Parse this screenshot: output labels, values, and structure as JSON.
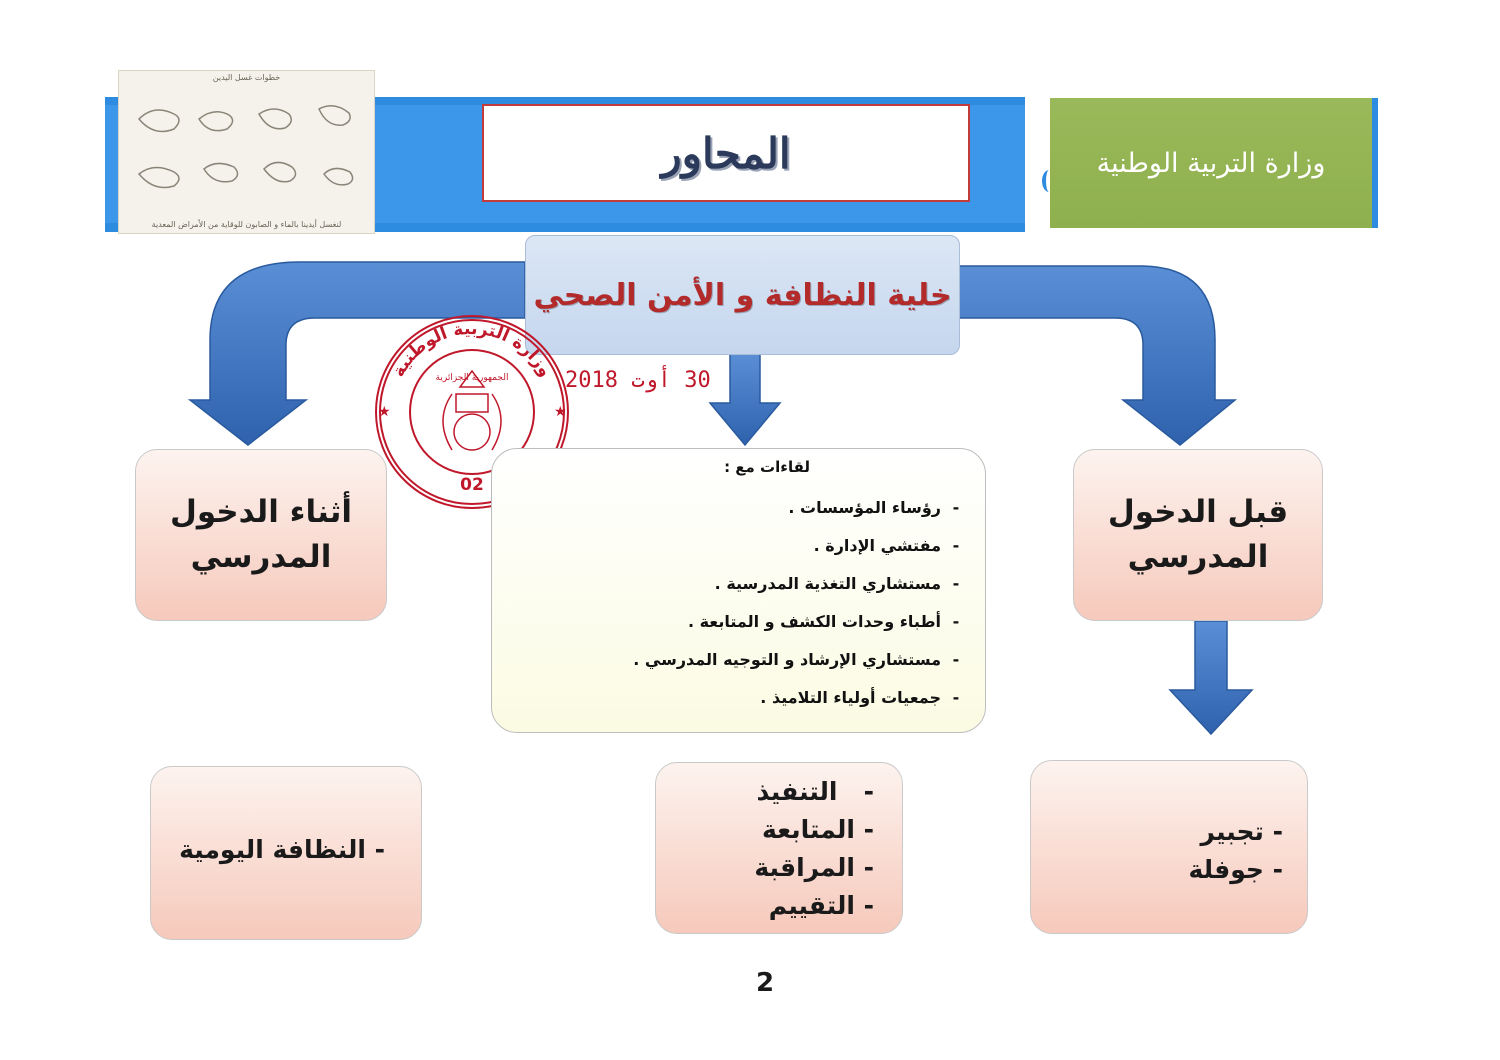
{
  "header": {
    "title": "المحاور",
    "ministry": "وزارة التربية الوطنية",
    "hands_caption_top": "خطوات غسل اليدين",
    "hands_caption_bottom": "لنغسل أيدينا بالماء و الصابون للوقاية من الأمراض المعدية"
  },
  "center": {
    "title": "خلية النظافة و الأمن الصحي"
  },
  "stamp": {
    "ring_text": "وزارة التربية الوطنية",
    "inner_text": "الجمهورية الجزائرية",
    "number": "02",
    "date": "30 أوت 2018"
  },
  "boxes": {
    "left_title": "أثناء الدخول المدرسي",
    "right_title": "قبل الدخول المدرسي",
    "meetings_header": "لقاءات مع :",
    "meetings": [
      "رؤساء المؤسسات .",
      "مفتشي الإدارة .",
      "مستشاري التغذية المدرسية .",
      "أطباء وحدات الكشف و المتابعة .",
      "مستشاري الإرشاد و التوجيه المدرسي .",
      "جمعيات أولياء التلاميذ ."
    ],
    "bottom_left": [
      "النظافة اليومية"
    ],
    "bottom_mid": [
      "التنفيذ",
      "المتابعة",
      "المراقبة",
      "التقييم"
    ],
    "bottom_right": [
      "تجبير",
      "جوفلة"
    ]
  },
  "page_number": "2",
  "colors": {
    "band_blue": "#3c97ea",
    "ministry_green": "#9ab95a",
    "title_red": "#b22a2a",
    "stamp_red": "#c0182b",
    "arrow_blue": "#3f76c0"
  }
}
